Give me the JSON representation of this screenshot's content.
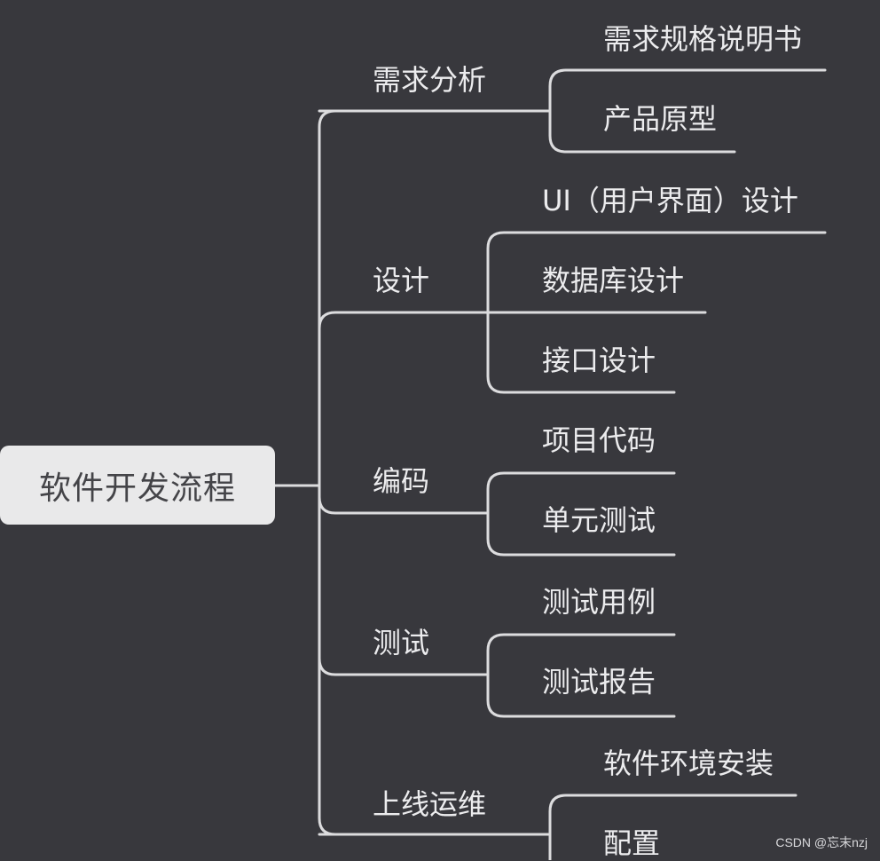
{
  "root": {
    "label": "软件开发流程"
  },
  "branches": [
    {
      "label": "需求分析",
      "children": [
        "需求规格说明书",
        "产品原型"
      ]
    },
    {
      "label": "设计",
      "children": [
        "UI（用户界面）设计",
        "数据库设计",
        "接口设计"
      ]
    },
    {
      "label": "编码",
      "children": [
        "项目代码",
        "单元测试"
      ]
    },
    {
      "label": "测试",
      "children": [
        "测试用例",
        "测试报告"
      ]
    },
    {
      "label": "上线运维",
      "children": [
        "软件环境安装",
        "配置"
      ]
    }
  ],
  "watermark": "CSDN @忘末nzj",
  "colors": {
    "background": "#38383d",
    "line": "#dcdcde",
    "root_fill": "#e9e9ea"
  }
}
